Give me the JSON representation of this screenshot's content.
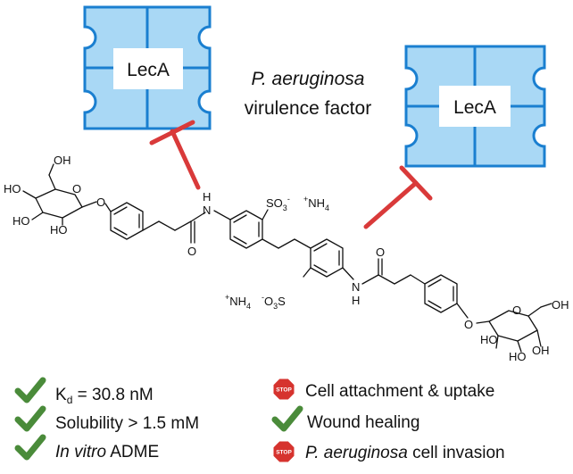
{
  "virulence_factor": {
    "line1": "P. aeruginosa",
    "line2": "virulence factor"
  },
  "lectins": [
    {
      "label": "LecA"
    },
    {
      "label": "LecA"
    }
  ],
  "molecule": {
    "labels": {
      "oh": "OH",
      "ho": "HO",
      "o": "O",
      "h": "H",
      "n": "N",
      "so3": "SO",
      "so3_sub": "3",
      "minus": "-",
      "nh4": "NH",
      "nh4_sub": "4",
      "plus": "+",
      "o3s": "O",
      "o3s_sub": "3",
      "s": "S"
    }
  },
  "properties": {
    "kd_symbol": "K",
    "kd_sub": "d",
    "kd_value": " = 30.8 nM",
    "solubility": "Solubility > 1.5 mM",
    "adme_italic": "In vitro",
    "adme_rest": " ADME"
  },
  "effects": {
    "stop_label": "STOP",
    "cell_attachment": "Cell attachment & uptake",
    "wound_healing": "Wound healing",
    "invasion_italic": "P. aeruginosa",
    "invasion_rest": " cell invasion"
  },
  "colors": {
    "lectin_fill": "#a9d8f5",
    "lectin_stroke": "#1a7fd0",
    "inhibit": "#d93a3a",
    "check": "#4a8b3a",
    "stop": "#d6332e"
  }
}
